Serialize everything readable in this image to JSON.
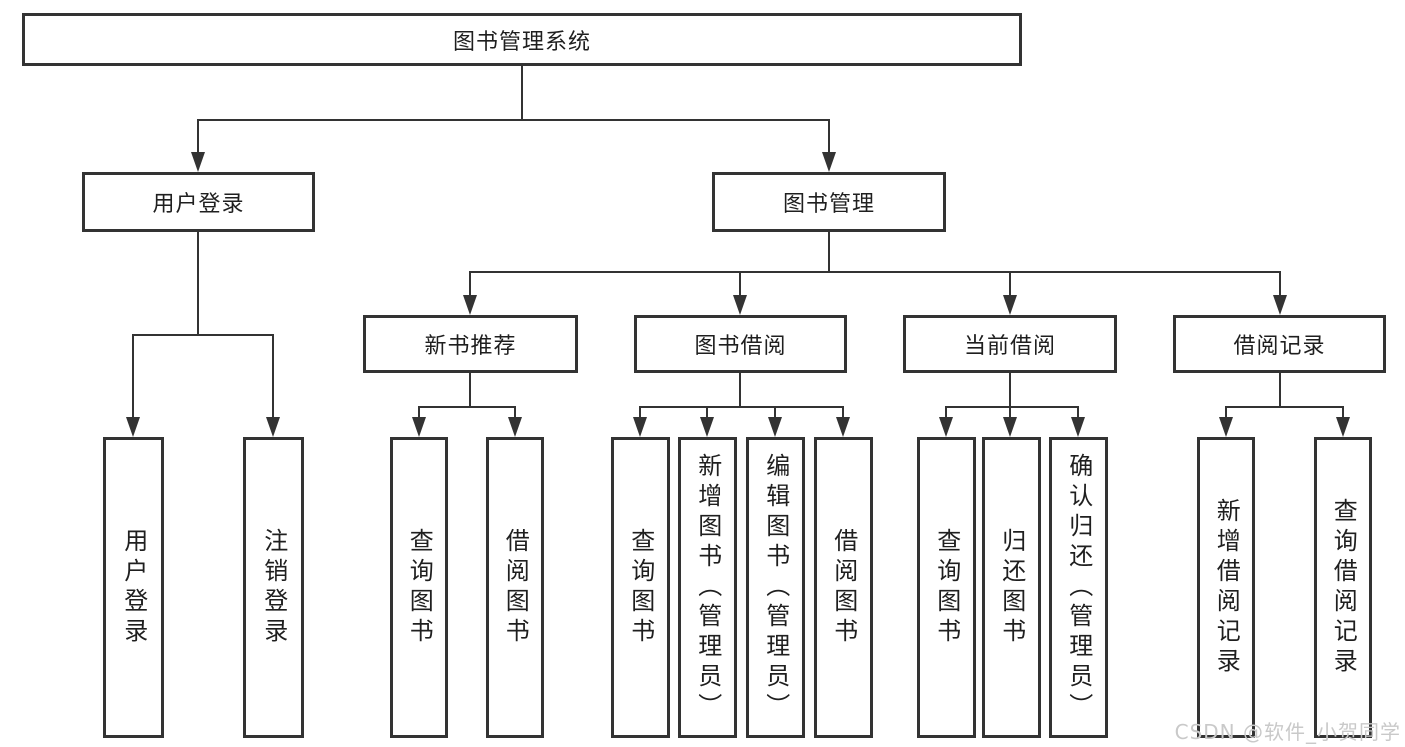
{
  "diagram": {
    "title": "图书管理系统",
    "level2": [
      "用户登录",
      "图书管理"
    ],
    "level3": [
      "新书推荐",
      "图书借阅",
      "当前借阅",
      "借阅记录"
    ],
    "leaves": {
      "user_login": [
        "用户登录",
        "注销登录"
      ],
      "new_books": [
        "查询图书",
        "借阅图书"
      ],
      "book_borrow": [
        "查询图书",
        "新增图书（管理员）",
        "编辑图书（管理员）",
        "借阅图书"
      ],
      "current_borrow": [
        "查询图书",
        "归还图书",
        "确认归还（管理员）"
      ],
      "borrow_records": [
        "新增借阅记录",
        "查询借阅记录"
      ]
    },
    "watermark": "CSDN @软件_小贺同学",
    "colors": {
      "line": "#333333",
      "text": "#1f1f1f",
      "watermark": "#c9c9c9",
      "background": "#ffffff"
    }
  }
}
